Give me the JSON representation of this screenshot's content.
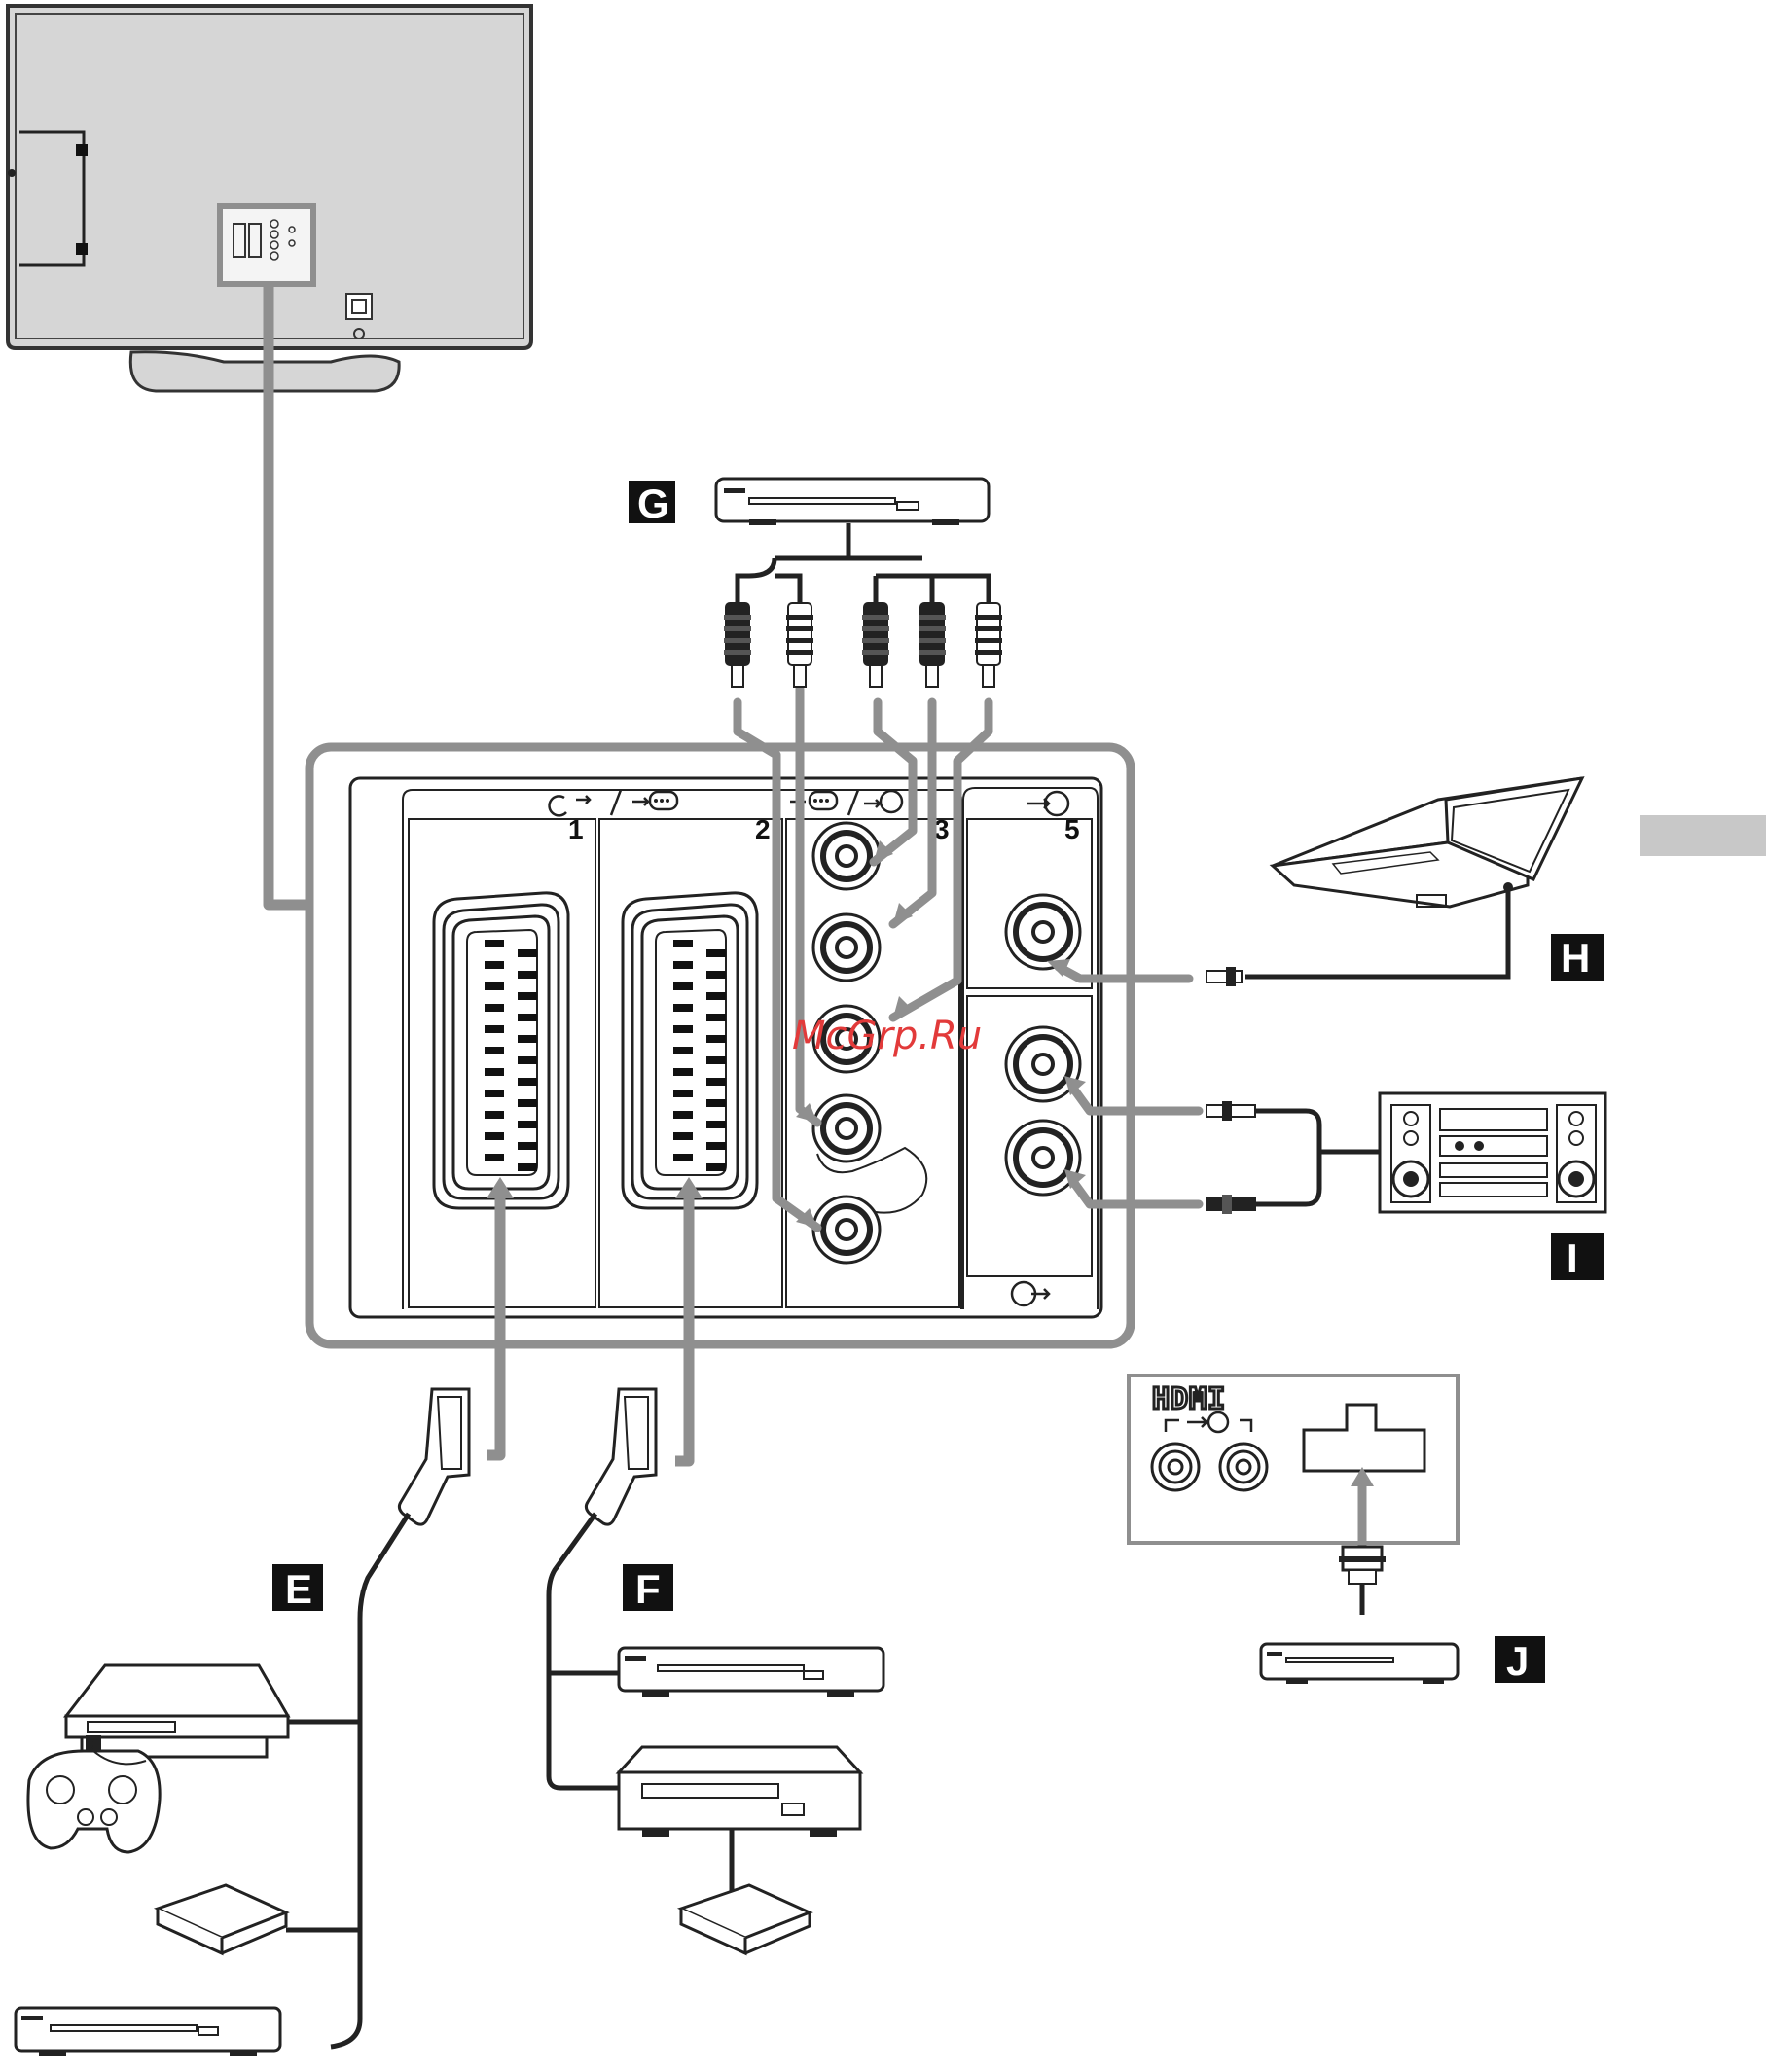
{
  "labels": {
    "E": "E",
    "F": "F",
    "G": "G",
    "H": "H",
    "I": "I",
    "J": "J"
  },
  "ports": {
    "p1": "1",
    "p2": "2",
    "p3": "3",
    "p5": "5"
  },
  "hdmi_text": "HDMI",
  "watermark": "McGrp.Ru",
  "side_tab_color": "#c8c8c8",
  "cable_color": "#8f8f8f",
  "icons": [
    "tv-back-icon",
    "scart-socket-icon",
    "rca-jack-icon",
    "scart-plug-icon",
    "dvd-player-icon",
    "vcr-icon",
    "laptop-icon",
    "stereo-icon",
    "game-console-icon",
    "decoder-icon",
    "hdmi-connector-icon"
  ]
}
